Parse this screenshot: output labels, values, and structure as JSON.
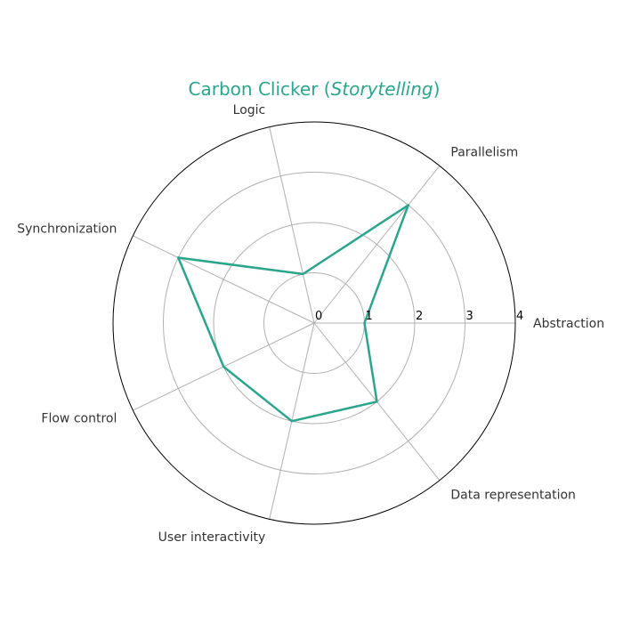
{
  "colors": {
    "series": "#2ca58d",
    "grid": "#b0b0b0",
    "frame": "#000000",
    "background": "#ffffff"
  },
  "chart_data": {
    "type": "radar",
    "title": {
      "prefix": "Carbon Clicker (",
      "emphasis": "Storytelling",
      "suffix": ")"
    },
    "axes": [
      "Abstraction",
      "Parallelism",
      "Logic",
      "Synchronization",
      "Flow control",
      "User interactivity",
      "Data representation"
    ],
    "series": [
      {
        "values": [
          1,
          3,
          1,
          3,
          2,
          2,
          2
        ]
      }
    ],
    "rlim": [
      0,
      4
    ],
    "rticks": [
      "0",
      "1",
      "2",
      "3",
      "4"
    ],
    "grid": true,
    "legend": "none"
  }
}
